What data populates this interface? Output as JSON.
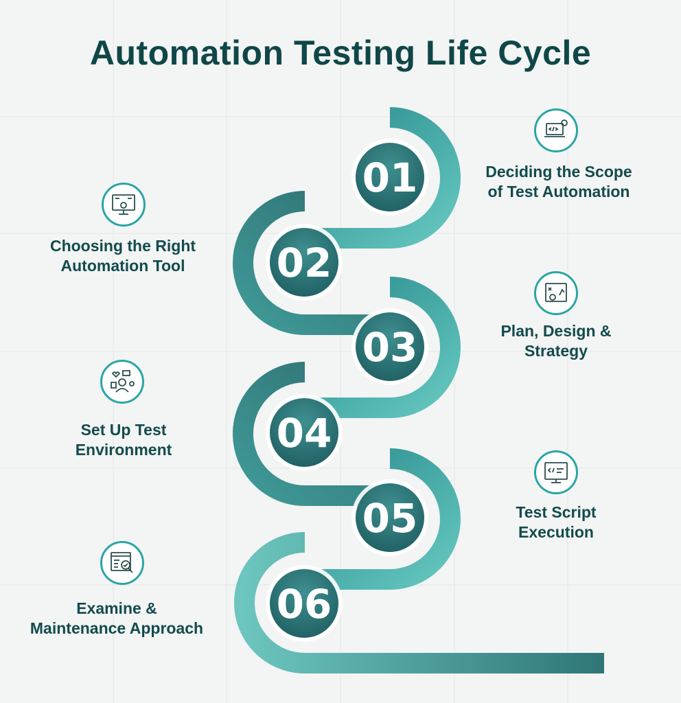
{
  "title": "Automation Testing Life Cycle",
  "colors": {
    "title": "#0f4748",
    "label": "#134b4c",
    "teal_light": "#5fc6bf",
    "teal_mid": "#2aa6a4",
    "teal_dark": "#2e6e70",
    "background": "#f3f4f4"
  },
  "steps": [
    {
      "number": "01",
      "label_lines": [
        "Deciding the Scope",
        "of Test Automation"
      ],
      "icon": "code-settings-laptop-icon"
    },
    {
      "number": "02",
      "label_lines": [
        "Choosing the Right",
        "Automation Tool"
      ],
      "icon": "monitor-gear-icon"
    },
    {
      "number": "03",
      "label_lines": [
        "Plan, Design &",
        "Strategy"
      ],
      "icon": "strategy-board-icon"
    },
    {
      "number": "04",
      "label_lines": [
        "Set Up Test",
        "Environment"
      ],
      "icon": "user-environment-icon"
    },
    {
      "number": "05",
      "label_lines": [
        "Test Script",
        "Execution"
      ],
      "icon": "code-monitor-icon"
    },
    {
      "number": "06",
      "label_lines": [
        "Examine &",
        "Maintenance Approach"
      ],
      "icon": "checklist-magnifier-icon"
    }
  ]
}
